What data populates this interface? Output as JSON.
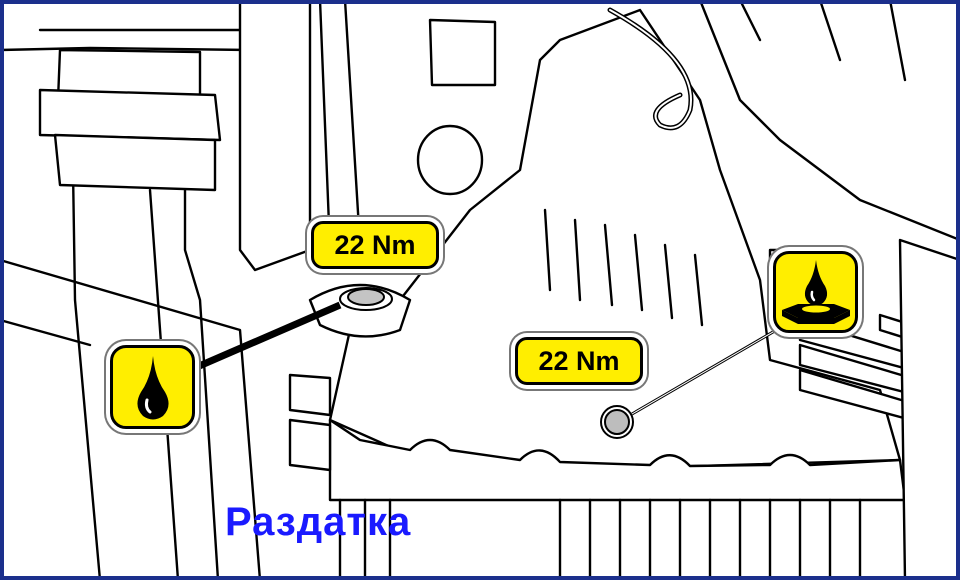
{
  "caption": "Раздатка",
  "torque_labels": {
    "upper": "22 Nm",
    "lower": "22 Nm"
  },
  "icons": {
    "left": "oil-drop-icon",
    "right": "oil-on-surface-icon"
  },
  "colors": {
    "caption": "#1a1aff",
    "badge_fill": "#ffee00",
    "frame": "#1b2f8c",
    "bolt": "#bdbdbd"
  }
}
